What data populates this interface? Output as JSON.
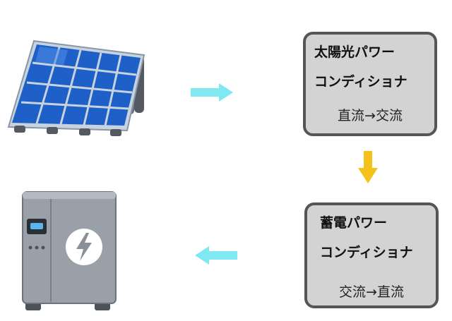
{
  "pv_conditioner": {
    "name_line1": "太陽光パワー",
    "name_line2": "コンディショナ",
    "conversion": "直流→交流"
  },
  "storage_conditioner": {
    "name_line1": "蓄電パワー",
    "name_line2": "コンディショナ",
    "conversion": "交流→直流"
  },
  "colors": {
    "arrow_cyan": "#7fe8f2",
    "arrow_yellow": "#f5c21b",
    "box_fill": "#d3d3d3",
    "box_border": "#555555",
    "panel_cell": "#2f6fd8",
    "panel_frame": "#b8c6d6",
    "battery_body": "#9aa0a8"
  },
  "icons": [
    "solar-panel-icon",
    "storage-battery-icon",
    "lightning-icon"
  ]
}
